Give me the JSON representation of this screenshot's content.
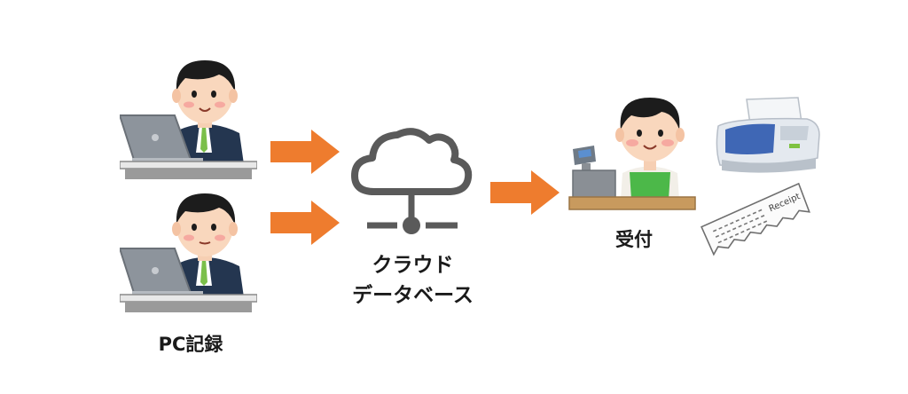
{
  "labels": {
    "pc_record": "PC記録",
    "cloud_line1": "クラウド",
    "cloud_line2": "データベース",
    "reception": "受付",
    "receipt": "Receipt"
  },
  "colors": {
    "arrow": "#ee7c2e",
    "cloud_stroke": "#5a5a5a",
    "suit": "#243650",
    "laptop": "#8d949c",
    "desk": "#9a9a9a",
    "apron": "#4cb849",
    "printer_body": "#e4e9ef",
    "printer_panel": "#3f67b5"
  },
  "icons": [
    "office-worker-laptop-icon",
    "cloud-network-icon",
    "cashier-register-icon",
    "printer-icon",
    "receipt-icon",
    "arrow-right-icon"
  ]
}
